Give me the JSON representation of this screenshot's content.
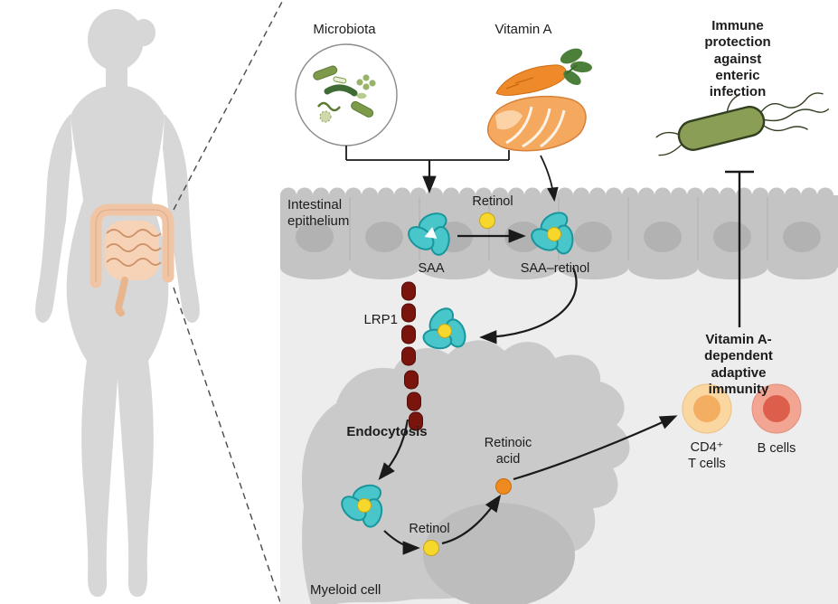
{
  "figure": {
    "sources": {
      "microbiota_label": "Microbiota",
      "vitamin_a_label": "Vitamin A"
    },
    "outcome": {
      "immune_protection_label": "Immune protection\nagainst\nenteric infection"
    },
    "epithelium": {
      "label": "Intestinal\nepithelium",
      "retinol_label": "Retinol",
      "saa_label": "SAA",
      "saa_retinol_label": "SAA–retinol"
    },
    "myeloid": {
      "lrp1_label": "LRP1",
      "endocytosis_label": "Endocytosis",
      "retinol_label": "Retinol",
      "retinoic_acid_label": "Retinoic\nacid",
      "cell_label": "Myeloid cell"
    },
    "immunity": {
      "heading": "Vitamin A-dependent\nadaptive immunity",
      "cd4_label": "CD4⁺\nT cells",
      "b_label": "B cells"
    },
    "colors": {
      "saa_teal": "#49c6c9",
      "retinol_yellow": "#f6d72c",
      "retinoic_orange": "#ef8a1f",
      "lrp1_red": "#7a150d",
      "bacterium_green": "#8a9e55",
      "t_cell_fill": "#fad7a0",
      "t_cell_core": "#f3ae62",
      "b_cell_fill": "#f2a593",
      "b_cell_core": "#dd5f4b",
      "epithelium_gray": "#c4c4c4",
      "cytoplasm_gray": "#cacaca",
      "panel_gray": "#ededed",
      "body_gray": "#d7d7d7",
      "intestine_peach": "#f0c5a5"
    }
  }
}
